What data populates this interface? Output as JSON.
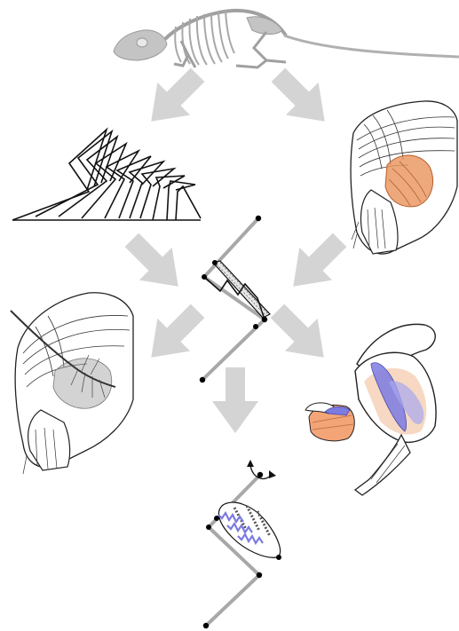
{
  "colors": {
    "arrow": "#d4d4d4",
    "bone": "#b8b8b8",
    "limb_segment": "#a8a8a8",
    "joint": "#000000",
    "muscle_orange": "#e8925a",
    "muscle_purple": "#7b7be0",
    "muscle_blue": "#8a8ee8",
    "spring_fill": "#e6e6e6"
  },
  "panels": [
    {
      "name": "skeleton-panel",
      "icon": "rat-skeleton"
    },
    {
      "name": "stick-figure-gait-panel",
      "icon": "stick-figure-sequence"
    },
    {
      "name": "forelimb-muscle-orange-panel",
      "icon": "forelimb-muscles"
    },
    {
      "name": "lumped-muscle-model-panel",
      "icon": "two-segment-limb-with-spring-muscle"
    },
    {
      "name": "forelimb-fiber-tract-panel",
      "icon": "forelimb-fiber-tracts"
    },
    {
      "name": "muscle-architecture-panel",
      "icon": "shoulder-muscle-architecture"
    },
    {
      "name": "pennate-muscle-model-panel",
      "icon": "two-segment-limb-with-pennate-muscle"
    }
  ]
}
